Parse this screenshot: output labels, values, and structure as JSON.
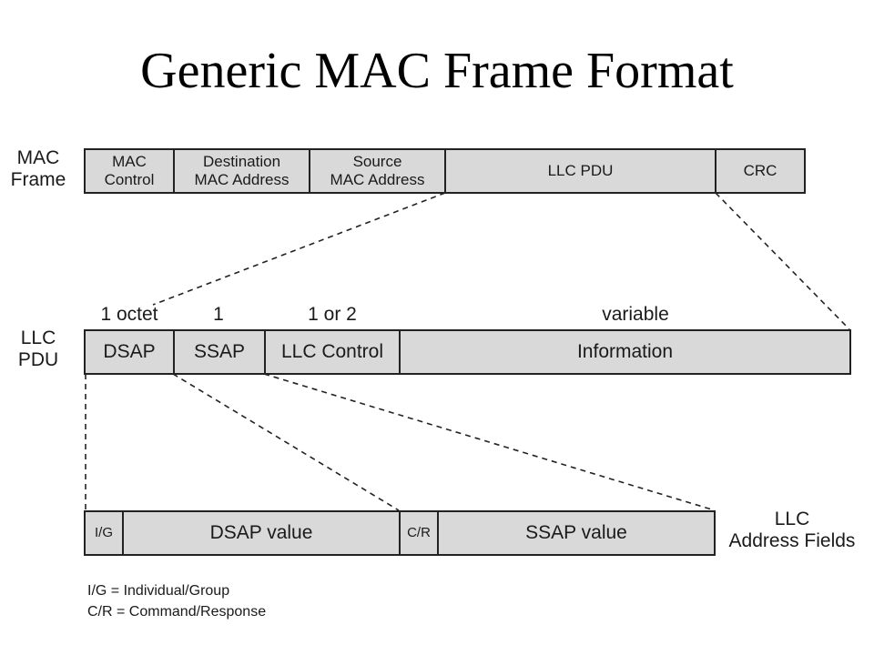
{
  "title": "Generic MAC Frame Format",
  "mac_frame": {
    "label_line1": "MAC",
    "label_line2": "Frame",
    "fields": [
      {
        "line1": "MAC",
        "line2": "Control"
      },
      {
        "line1": "Destination",
        "line2": "MAC Address"
      },
      {
        "line1": "Source",
        "line2": "MAC Address"
      },
      {
        "line1": "LLC PDU",
        "line2": ""
      },
      {
        "line1": "CRC",
        "line2": ""
      }
    ]
  },
  "llc_pdu": {
    "label_line1": "LLC",
    "label_line2": "PDU",
    "sizes": [
      "1 octet",
      "1",
      "1 or 2",
      "variable"
    ],
    "fields": [
      "DSAP",
      "SSAP",
      "LLC Control",
      "Information"
    ]
  },
  "llc_address": {
    "label_line1": "LLC",
    "label_line2": "Address Fields",
    "fields": [
      "I/G",
      "DSAP value",
      "C/R",
      "SSAP value"
    ]
  },
  "legend": [
    "I/G = Individual/Group",
    "C/R = Command/Response"
  ]
}
